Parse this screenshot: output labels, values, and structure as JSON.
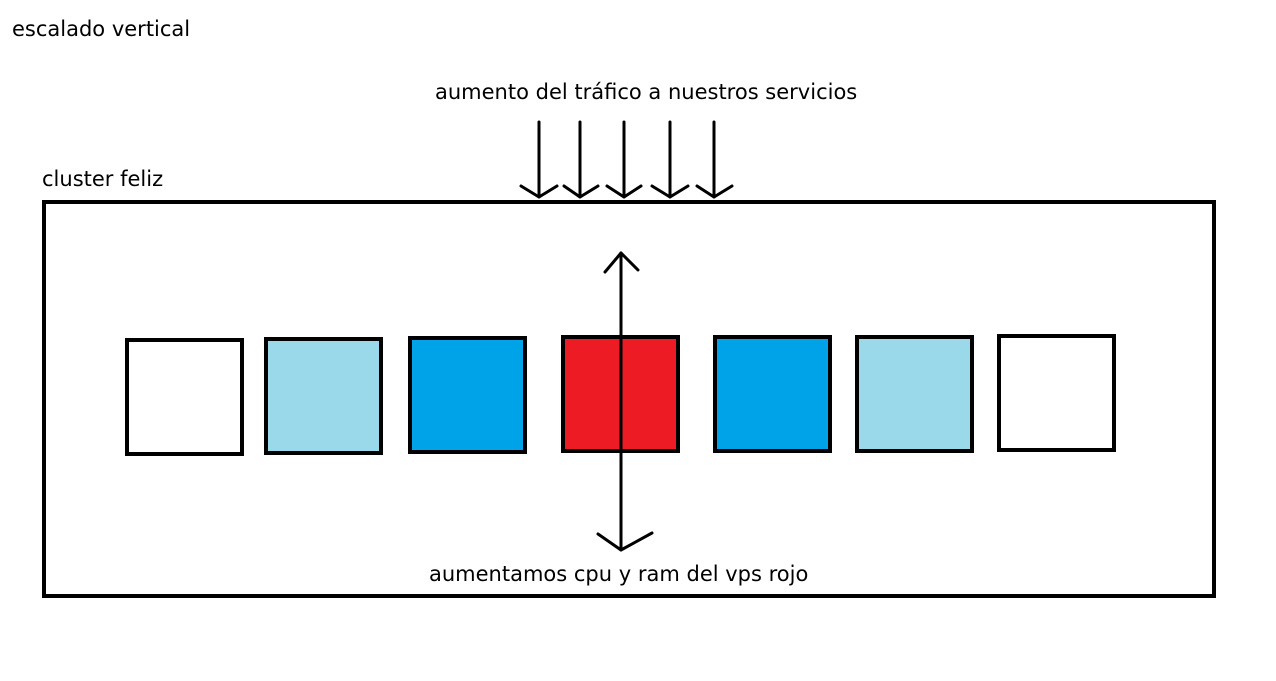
{
  "title": "escalado vertical",
  "traffic_label": "aumento del tráfico a nuestros servicios",
  "cluster": {
    "label": "cluster feliz",
    "vps": [
      {
        "color": "#ffffff"
      },
      {
        "color": "#99d9ea"
      },
      {
        "color": "#00a2e8"
      },
      {
        "color": "#ed1c24"
      },
      {
        "color": "#00a2e8"
      },
      {
        "color": "#99d9ea"
      },
      {
        "color": "#ffffff"
      }
    ]
  },
  "scale_note": "aumentamos cpu y ram del vps rojo",
  "incoming_arrow_count": 5
}
